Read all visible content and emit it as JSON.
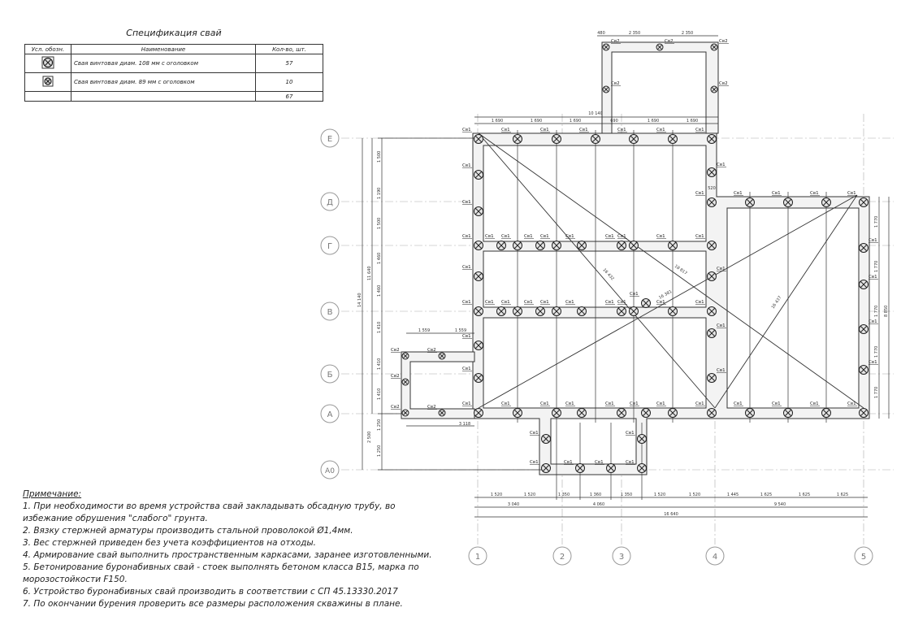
{
  "spec": {
    "title": "Спецификация свай",
    "headers": [
      "Усл. обозн.",
      "Наименование",
      "Кол-во, шт."
    ],
    "rows": [
      {
        "symbol": "pile-108-icon",
        "name": "Свая винтовая диам. 108 мм с оголовком",
        "qty": "57"
      },
      {
        "symbol": "pile-89-icon",
        "name": "Свая винтовая диам. 89 мм с оголовком",
        "qty": "10"
      }
    ],
    "total": "67"
  },
  "notes": {
    "heading": "Примечание:",
    "items": [
      "1. При необходимости во время устройства свай закладывать обсадную трубу, во избежание обрушения \"слабого\" грунта.",
      "2. Вязку стержней арматуры производить стальной проволокой Ø1,4мм.",
      "3. Вес стержней приведен без учета коэффициентов на отходы.",
      "4. Армирование свай выполнить пространственным каркасами, заранее изготовленными.",
      "5. Бетонирование буронабивных свай - стоек выполнять бетоном класса B15, марка по морозостойкости F150.",
      "6. Устройство буронабивных свай производить в соответствии с СП 45.13330.2017",
      "7. По окончании бурения проверить все размеры расположения скважины в плане."
    ]
  },
  "axes": {
    "rows": [
      "Е",
      "Д",
      "Г",
      "В",
      "Б",
      "А",
      "А0"
    ],
    "cols": [
      "1",
      "2",
      "3",
      "4",
      "5"
    ]
  },
  "pile_labels": {
    "large": "Св1",
    "small": "Св2"
  },
  "dims": {
    "top_annex": [
      "480",
      "2 350",
      "2 350"
    ],
    "top_row": [
      "1 690",
      "1 690",
      "1 690",
      "690",
      "1 690",
      "1 690"
    ],
    "top_total": "10 140",
    "bottom_row": [
      "1 520",
      "1 520",
      "1 350",
      "1 360",
      "1 350",
      "1 520",
      "1 520",
      "1 445",
      "1 625",
      "1 625",
      "1 625"
    ],
    "bottom_mid": [
      "3 040",
      "4 060",
      "9 540"
    ],
    "bottom_total": "16 640",
    "left_col": [
      "1 500",
      "1 190",
      "1 500",
      "1 460",
      "1 460",
      "1 410",
      "1 410",
      "1 410",
      "1 250",
      "1 250"
    ],
    "left_mid": [
      "11 640",
      "2 500"
    ],
    "left_total": "14 140",
    "right_col": [
      "1 770",
      "1 770",
      "1 770",
      "1 770",
      "1 770"
    ],
    "right_total": "8 850",
    "left_annex": [
      "1 559",
      "1 559"
    ],
    "annex_small": "3 118",
    "annex_520": "520",
    "diagonals": [
      "16 432",
      "18 817",
      "16 381",
      "16 437"
    ]
  },
  "colors": {
    "line": "#333333",
    "axis": "#999999",
    "strip": "#f2f2f2"
  }
}
